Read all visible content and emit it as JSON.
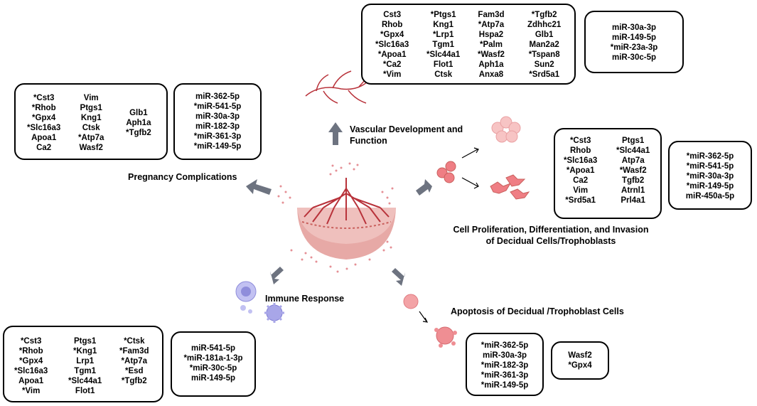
{
  "labels": {
    "vascular": [
      "Vascular Development and",
      "Function"
    ],
    "pregnancy": "Pregnancy Complications",
    "prolif": [
      "Cell Proliferation, Differentiation, and Invasion",
      "of Decidual Cells/Trophoblasts"
    ],
    "immune": "Immune Response",
    "apoptosis": "Apoptosis of Decidual /Trophoblast Cells"
  },
  "vascular": {
    "genes": [
      [
        "Cst3",
        "Rhob",
        "*Gpx4",
        "*Slc16a3",
        "*Apoa1",
        "*Ca2",
        "*Vim"
      ],
      [
        "*Ptgs1",
        "Kng1",
        "*Lrp1",
        "Tgm1",
        "*Slc44a1",
        "Flot1",
        "Ctsk"
      ],
      [
        "Fam3d",
        "*Atp7a",
        "Hspa2",
        "*Palm",
        "*Wasf2",
        "Aph1a",
        "Anxa8"
      ],
      [
        "*Tgfb2",
        "Zdhhc21",
        "Glb1",
        "Man2a2",
        "*Tspan8",
        "Sun2",
        "*Srd5a1"
      ]
    ],
    "mirnas": [
      "miR-30a-3p",
      "miR-149-5p",
      "*miR-23a-3p",
      "miR-30c-5p"
    ]
  },
  "pregnancy": {
    "genes": [
      [
        "*Cst3",
        "*Rhob",
        "*Gpx4",
        "*Slc16a3",
        "Apoa1",
        "Ca2"
      ],
      [
        "Vim",
        "Ptgs1",
        "Kng1",
        "Ctsk",
        "*Atp7a",
        "Wasf2"
      ],
      [
        "Glb1",
        "Aph1a",
        "*Tgfb2"
      ]
    ],
    "mirnas": [
      "miR-362-5p",
      "*miR-541-5p",
      "miR-30a-3p",
      "miR-182-3p",
      "*miR-361-3p",
      "*miR-149-5p"
    ]
  },
  "prolif": {
    "genes": [
      [
        "*Cst3",
        "Rhob",
        "*Slc16a3",
        "*Apoa1",
        "Ca2",
        "Vim",
        "*Srd5a1"
      ],
      [
        "Ptgs1",
        "*Slc44a1",
        "Atp7a",
        "*Wasf2",
        "Tgfb2",
        "Atrnl1",
        "Prl4a1"
      ]
    ],
    "mirnas": [
      "*miR-362-5p",
      "*miR-541-5p",
      "*miR-30a-3p",
      "*miR-149-5p",
      "miR-450a-5p"
    ]
  },
  "immune": {
    "genes": [
      [
        "*Cst3",
        "*Rhob",
        "*Gpx4",
        "*Slc16a3",
        "Apoa1",
        "*Vim"
      ],
      [
        "Ptgs1",
        "*Kng1",
        "Lrp1",
        "Tgm1",
        "*Slc44a1",
        "Flot1"
      ],
      [
        "*Ctsk",
        "*Fam3d",
        "*Atp7a",
        "*Esd",
        "*Tgfb2"
      ]
    ],
    "mirnas": [
      "miR-541-5p",
      "*miR-181a-1-3p",
      "*miR-30c-5p",
      "miR-149-5p"
    ]
  },
  "apoptosis": {
    "mirnas": [
      "*miR-362-5p",
      "miR-30a-3p",
      "*miR-182-3p",
      "*miR-361-3p",
      "*miR-149-5p"
    ],
    "genes": [
      "Wasf2",
      "*Gpx4"
    ]
  },
  "colors": {
    "arrow": "#6d7380",
    "placenta": "#e7a9a6",
    "placenta_dark": "#c9605d",
    "vessel": "#b8323a",
    "cell_pink": "#ef7e84",
    "immune_purple": "#a8a6e8"
  }
}
